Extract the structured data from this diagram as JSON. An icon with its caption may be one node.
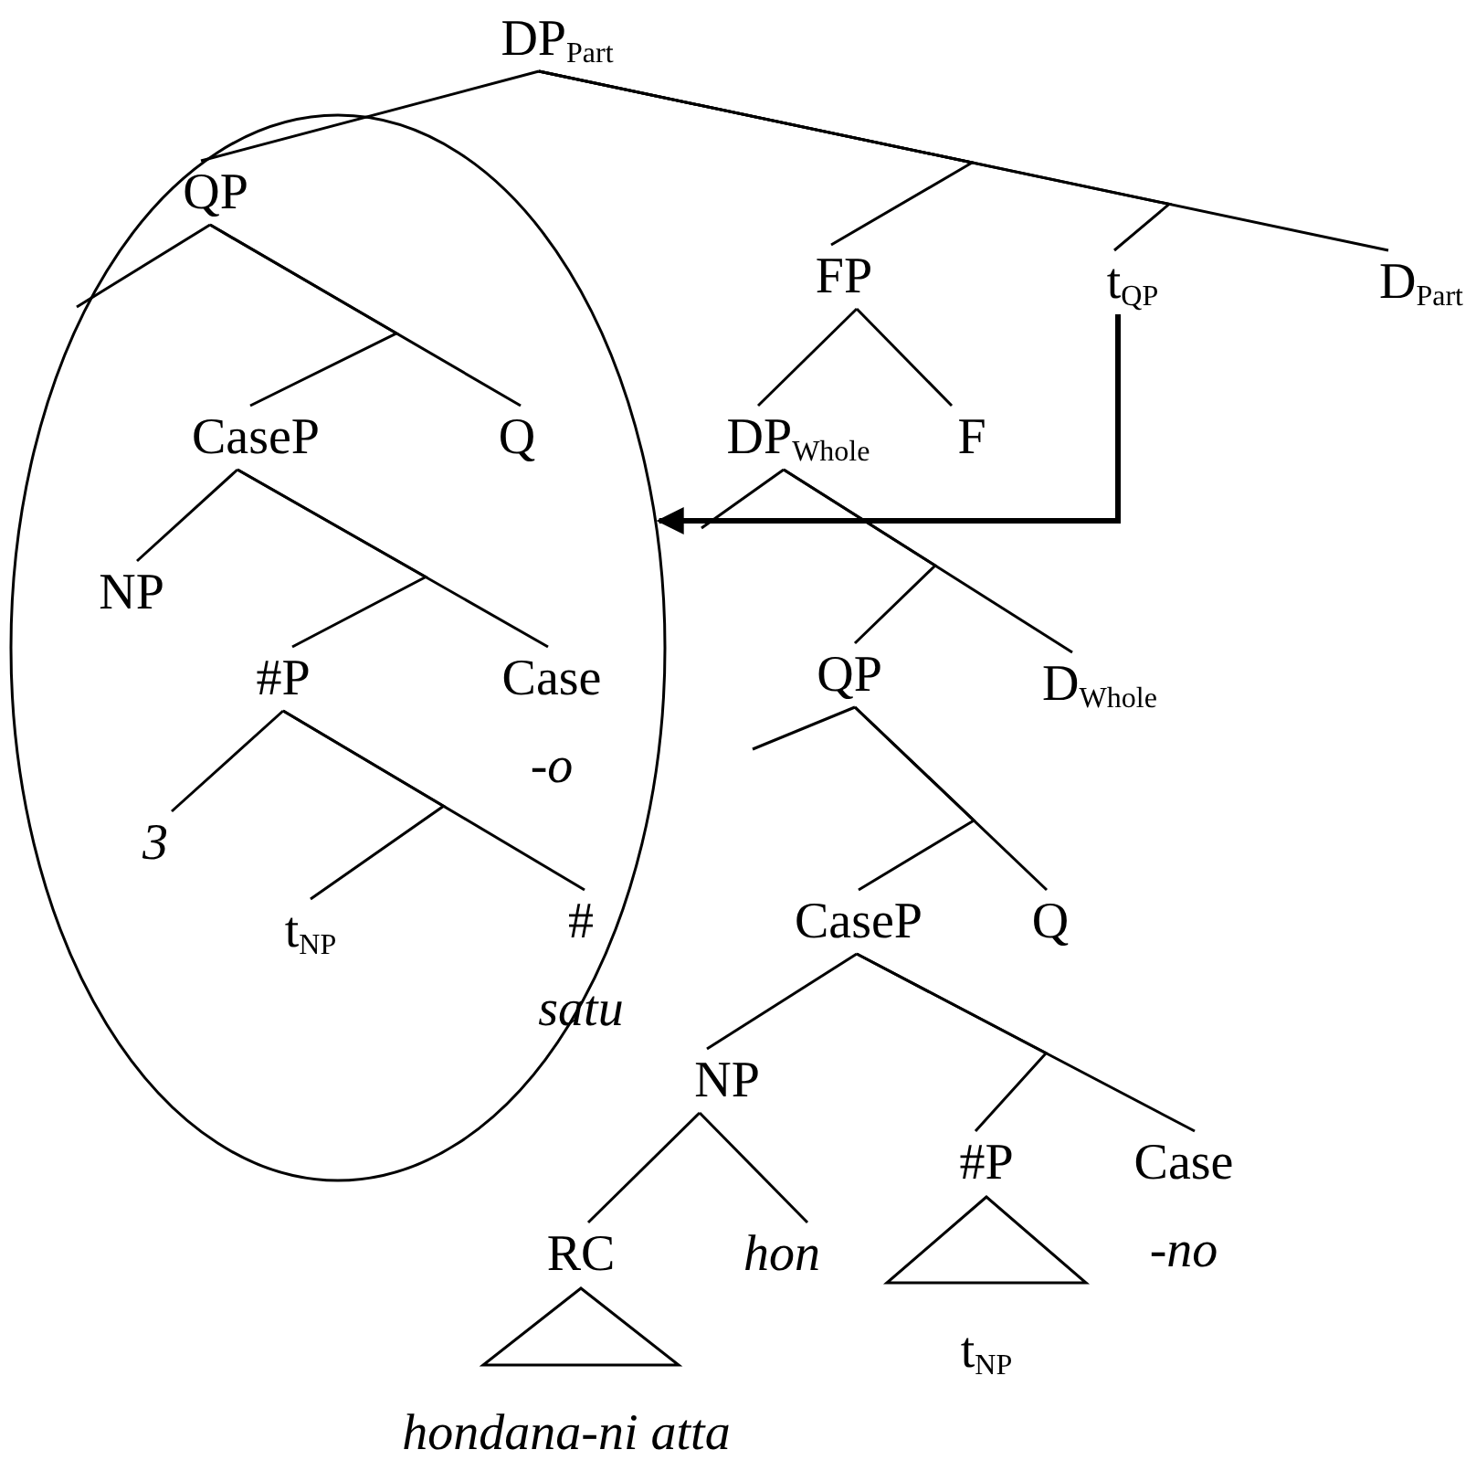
{
  "diagram": {
    "nodes": [
      {
        "text": [
          "DP$_{Part}$"
        ]
      },
      {
        "text": [],
        "shape": "ellipse"
      },
      {
        "text": [
          "QP"
        ],
        "in": 1
      },
      {
        "text": [
          "CaseP"
        ],
        "in": 1
      },
      {
        "text": [
          "Q"
        ],
        "in": 1
      },
      {
        "text": [
          "NP"
        ],
        "in": 1
      },
      {
        "text": [
          "#P"
        ],
        "in": 1
      },
      {
        "text": [
          "Case",
          "-o"
        ],
        "in": 1
      },
      {
        "text": [
          "3"
        ],
        "in": 1
      },
      {
        "text": [
          "t$_{NP}$"
        ],
        "in": 1
      },
      {
        "text": [
          "#",
          "satu"
        ],
        "in": 1
      },
      {
        "text": [
          "FP"
        ]
      },
      {
        "text": [
          "t$_{QP}$"
        ]
      },
      {
        "text": [
          "D$_{Part}$"
        ]
      },
      {
        "text": [
          "DP$_{Whole}$"
        ]
      },
      {
        "text": [
          "F"
        ]
      },
      {
        "text": [
          "QP"
        ]
      },
      {
        "text": [
          "D$_{Whole}$"
        ]
      },
      {
        "text": [
          "CaseP"
        ]
      },
      {
        "text": [
          "Q"
        ]
      },
      {
        "text": [
          "NP"
        ]
      },
      {
        "text": [
          "#P"
        ]
      },
      {
        "text": [
          "Case",
          "-no"
        ]
      },
      {
        "text": [
          "RC"
        ]
      },
      {
        "text": [
          "hon"
        ]
      },
      {
        "text": [
          "t$_{NP}$"
        ]
      },
      {
        "text": [
          "hondana-ni atta"
        ]
      }
    ],
    "edges": [
      {
        "from": 0,
        "to": 2,
        "arrow": "none"
      },
      {
        "from": 0,
        "to": 11,
        "arrow": "none"
      },
      {
        "from": 0,
        "to": 12,
        "arrow": "none"
      },
      {
        "from": 0,
        "to": 13,
        "arrow": "none"
      },
      {
        "from": 2,
        "to": null,
        "arrow": "none"
      },
      {
        "from": 2,
        "to": 3,
        "arrow": "none"
      },
      {
        "from": 2,
        "to": 4,
        "arrow": "none"
      },
      {
        "from": 3,
        "to": 5,
        "arrow": "none"
      },
      {
        "from": 3,
        "to": 6,
        "arrow": "none"
      },
      {
        "from": 3,
        "to": 7,
        "arrow": "none"
      },
      {
        "from": 6,
        "to": 8,
        "arrow": "none"
      },
      {
        "from": 6,
        "to": 9,
        "arrow": "none"
      },
      {
        "from": 6,
        "to": 10,
        "arrow": "none"
      },
      {
        "from": 11,
        "to": 14,
        "arrow": "none"
      },
      {
        "from": 11,
        "to": 15,
        "arrow": "none"
      },
      {
        "from": 14,
        "to": null,
        "arrow": "none"
      },
      {
        "from": 14,
        "to": 16,
        "arrow": "none"
      },
      {
        "from": 14,
        "to": 17,
        "arrow": "none"
      },
      {
        "from": 16,
        "to": null,
        "arrow": "none"
      },
      {
        "from": 16,
        "to": 18,
        "arrow": "none"
      },
      {
        "from": 16,
        "to": 19,
        "arrow": "none"
      },
      {
        "from": 18,
        "to": 20,
        "arrow": "none"
      },
      {
        "from": 18,
        "to": 21,
        "arrow": "none"
      },
      {
        "from": 18,
        "to": 22,
        "arrow": "none"
      },
      {
        "from": 20,
        "to": 23,
        "arrow": "none"
      },
      {
        "from": 20,
        "to": 24,
        "arrow": "none"
      },
      {
        "from": 23,
        "to": 26,
        "arrow": "none"
      },
      {
        "from": 21,
        "to": 25,
        "arrow": "none"
      },
      {
        "from": 12,
        "to": 1,
        "arrow": "to",
        "style": "thick"
      }
    ]
  }
}
